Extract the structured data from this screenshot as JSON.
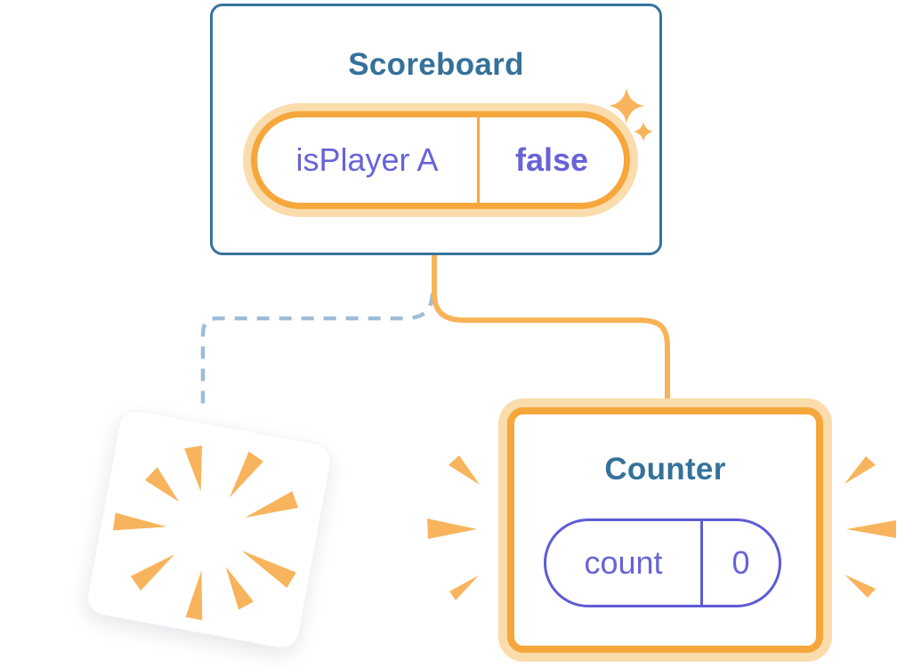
{
  "colors": {
    "card_border_blue": "#36749D",
    "title_text": "#35719A",
    "state_purple": "#6763D8",
    "purple_border": "#5E5BD6",
    "orange_border": "#F6A73C",
    "orange_line": "#F8B259",
    "orange_glow": "#FBDCAC",
    "burst_orange": "#F8B45C",
    "dashed_blue": "#9FBCD8"
  },
  "scoreboard": {
    "title": "Scoreboard",
    "state": {
      "name": "isPlayer A",
      "value": "false"
    }
  },
  "counter": {
    "title": "Counter",
    "state": {
      "name": "count",
      "value": "0"
    }
  },
  "icons": {
    "sparkles": "sparkles-icon",
    "burst": "burst-explosion-icon",
    "emphasis": "emphasis-marks-icon"
  }
}
